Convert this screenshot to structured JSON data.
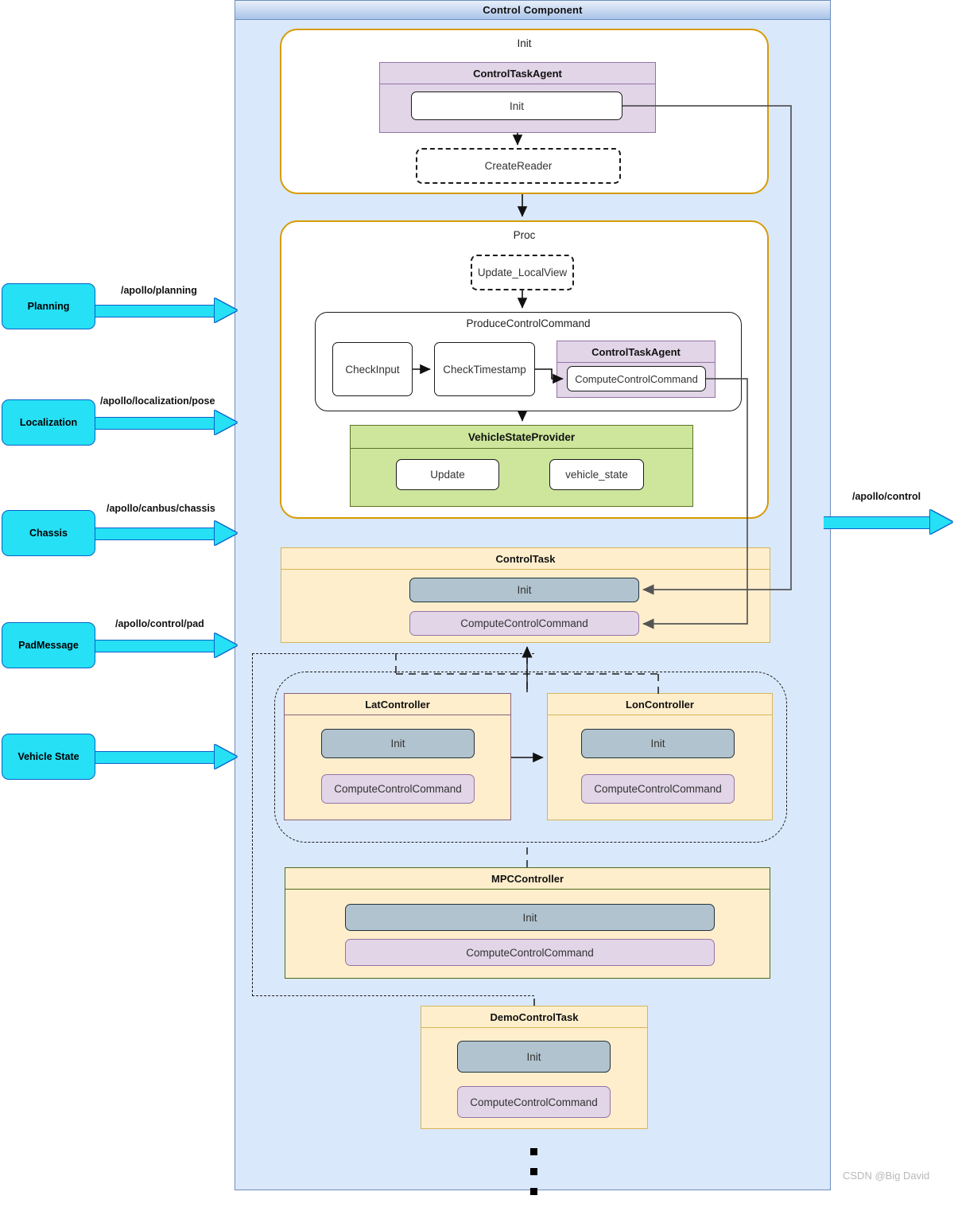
{
  "diagram": {
    "title": "Control Component",
    "watermark": "CSDN @Big David"
  },
  "inputs": [
    {
      "name": "Planning",
      "topic": "/apollo/planning"
    },
    {
      "name": "Localization",
      "topic": "/apollo/localization/pose"
    },
    {
      "name": "Chassis",
      "topic": "/apollo/canbus/chassis"
    },
    {
      "name": "PadMessage",
      "topic": "/apollo/control/pad"
    },
    {
      "name": "Vehicle State",
      "topic": ""
    }
  ],
  "output": {
    "topic": "/apollo/control"
  },
  "init_group": {
    "label": "Init",
    "agent": {
      "title": "ControlTaskAgent",
      "method": "Init"
    },
    "create_reader": "CreateReader"
  },
  "proc_group": {
    "label": "Proc",
    "update_local_view": "Update_LocalView",
    "produce": {
      "label": "ProduceControlCommand",
      "steps": [
        "CheckInput",
        "CheckTimestamp"
      ],
      "agent": {
        "title": "ControlTaskAgent",
        "method": "ComputeControlCommand"
      }
    },
    "vehicle_state_provider": {
      "title": "VehicleStateProvider",
      "methods": [
        "Update",
        "vehicle_state"
      ]
    }
  },
  "control_task": {
    "title": "ControlTask",
    "methods": [
      "Init",
      "ComputeControlCommand"
    ]
  },
  "controllers": [
    {
      "title": "LatController",
      "methods": [
        "Init",
        "ComputeControlCommand"
      ]
    },
    {
      "title": "LonController",
      "methods": [
        "Init",
        "ComputeControlCommand"
      ]
    },
    {
      "title": "MPCController",
      "methods": [
        "Init",
        "ComputeControlCommand"
      ]
    },
    {
      "title": "DemoControlTask",
      "methods": [
        "Init",
        "ComputeControlCommand"
      ]
    }
  ],
  "colors": {
    "panel_fill": "#dae8fc",
    "panel_border": "#6c8ebf",
    "group_border": "#d79b00",
    "uml_purple_fill": "#e1d5e7",
    "uml_purple_border": "#9673a6",
    "green_fill": "#cde69c",
    "green_border": "#5b7227",
    "yellow_fill": "#ffeecc",
    "yellow_border": "#d6b656",
    "gray_pill": "#b1c3ce",
    "source_cyan": "#26e0f5",
    "source_border": "#0a62c9"
  }
}
